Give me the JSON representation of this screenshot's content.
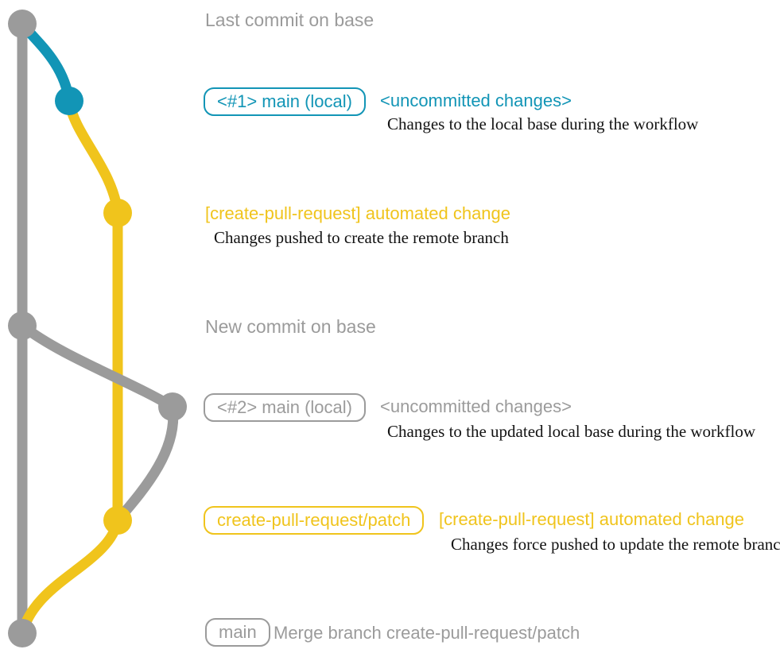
{
  "colors": {
    "teal": "#1295b6",
    "yellow": "#f0c41c",
    "gray": "#9b9b9b",
    "ink": "#131313",
    "background": "#ffffff"
  },
  "headings": {
    "last_commit_on_base": "Last commit on base",
    "new_commit_on_base": "New commit on base"
  },
  "rows": {
    "main_local_1": {
      "badge": "<#1> main (local)",
      "title": "<uncommitted changes>",
      "description": "Changes to the local base during the workflow"
    },
    "automated_change_1": {
      "title": "[create-pull-request] automated change",
      "description": "Changes pushed to create the remote branch"
    },
    "main_local_2": {
      "badge": "<#2> main (local)",
      "title": "<uncommitted changes>",
      "description": "Changes to the updated local base during the workflow"
    },
    "automated_change_2": {
      "badge": "create-pull-request/patch",
      "title": "[create-pull-request] automated change",
      "description": "Changes force pushed to update the remote branch"
    },
    "merge_commit": {
      "badge": "main",
      "title": "Merge branch create-pull-request/patch"
    }
  },
  "graph": {
    "branches": [
      {
        "name": "base",
        "color_key": "gray"
      },
      {
        "name": "main (local)",
        "color_key": "teal"
      },
      {
        "name": "create-pull-request/patch",
        "color_key": "yellow"
      }
    ],
    "nodes": [
      {
        "id": "last-commit-on-base",
        "color_key": "gray"
      },
      {
        "id": "main-local-1",
        "color_key": "teal"
      },
      {
        "id": "automated-change-1",
        "color_key": "yellow"
      },
      {
        "id": "new-commit-on-base",
        "color_key": "gray"
      },
      {
        "id": "main-local-2",
        "color_key": "gray"
      },
      {
        "id": "automated-change-2-force-push",
        "color_key": "yellow"
      },
      {
        "id": "merge-commit",
        "color_key": "gray"
      }
    ]
  }
}
